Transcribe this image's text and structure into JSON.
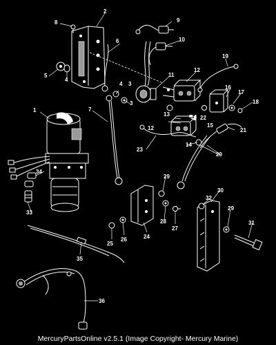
{
  "callouts": [
    {
      "label": "1"
    },
    {
      "label": "2"
    },
    {
      "label": "3"
    },
    {
      "label": "4"
    },
    {
      "label": "5"
    },
    {
      "label": "6"
    },
    {
      "label": "7"
    },
    {
      "label": "8"
    },
    {
      "label": "9"
    },
    {
      "label": "10"
    },
    {
      "label": "11"
    },
    {
      "label": "12"
    },
    {
      "label": "12"
    },
    {
      "label": "13"
    },
    {
      "label": "14"
    },
    {
      "label": "14"
    },
    {
      "label": "15"
    },
    {
      "label": "16"
    },
    {
      "label": "17"
    },
    {
      "label": "18"
    },
    {
      "label": "19"
    },
    {
      "label": "20"
    },
    {
      "label": "21"
    },
    {
      "label": "22"
    },
    {
      "label": "23"
    },
    {
      "label": "24"
    },
    {
      "label": "25"
    },
    {
      "label": "26"
    },
    {
      "label": "27"
    },
    {
      "label": "28"
    },
    {
      "label": "29"
    },
    {
      "label": "29"
    },
    {
      "label": "30"
    },
    {
      "label": "31"
    },
    {
      "label": "32"
    },
    {
      "label": "33"
    },
    {
      "label": "34"
    },
    {
      "label": "35"
    },
    {
      "label": "36"
    },
    {
      "label": "3"
    },
    {
      "label": "4"
    }
  ],
  "footer": {
    "text": "MercuryPartsOnline v2.5.1 (Image Copyright- Mercury Marine)"
  }
}
